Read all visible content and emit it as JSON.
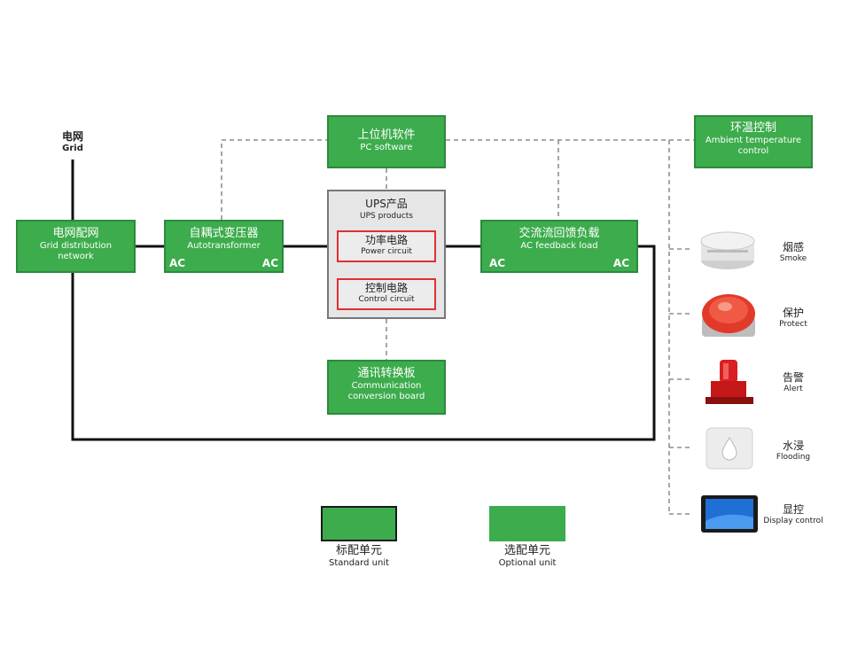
{
  "grid": {
    "title_zh": "电网",
    "title_en": "Grid"
  },
  "nodes": {
    "grid_network": {
      "zh": "电网配网",
      "en1": "Grid distribution",
      "en2": "network"
    },
    "autotransformer": {
      "zh": "自耦式变压器",
      "en": "Autotransformer",
      "ac_left": "AC",
      "ac_right": "AC"
    },
    "pc_software": {
      "zh": "上位机软件",
      "en": "PC software"
    },
    "ups": {
      "zh": "UPS产品",
      "en": "UPS products"
    },
    "power_circuit": {
      "zh": "功率电路",
      "en": "Power circuit"
    },
    "control_circuit": {
      "zh": "控制电路",
      "en": "Control circuit"
    },
    "ac_load": {
      "zh": "交流流回馈负载",
      "en": "AC feedback load",
      "ac_left": "AC",
      "ac_right": "AC"
    },
    "ambient": {
      "zh": "环温控制",
      "en1": "Ambient temperature",
      "en2": "control"
    },
    "comm_board": {
      "zh": "通讯转换板",
      "en1": "Communication",
      "en2": "conversion board"
    }
  },
  "devices": [
    {
      "zh": "烟感",
      "en": "Smoke",
      "icon": "smoke-detector-icon"
    },
    {
      "zh": "保护",
      "en": "Protect",
      "icon": "emergency-stop-icon"
    },
    {
      "zh": "告警",
      "en": "Alert",
      "icon": "alarm-light-icon"
    },
    {
      "zh": "水浸",
      "en": "Flooding",
      "icon": "water-sensor-icon"
    },
    {
      "zh": "显控",
      "en": "Display control",
      "icon": "display-panel-icon"
    }
  ],
  "legend": {
    "standard": {
      "zh": "标配单元",
      "en": "Standard unit"
    },
    "optional": {
      "zh": "选配单元",
      "en": "Optional unit"
    }
  },
  "colors": {
    "unit_green": "#3cac4c",
    "circuit_red": "#e03030",
    "ups_gray": "#e6e6e6"
  }
}
